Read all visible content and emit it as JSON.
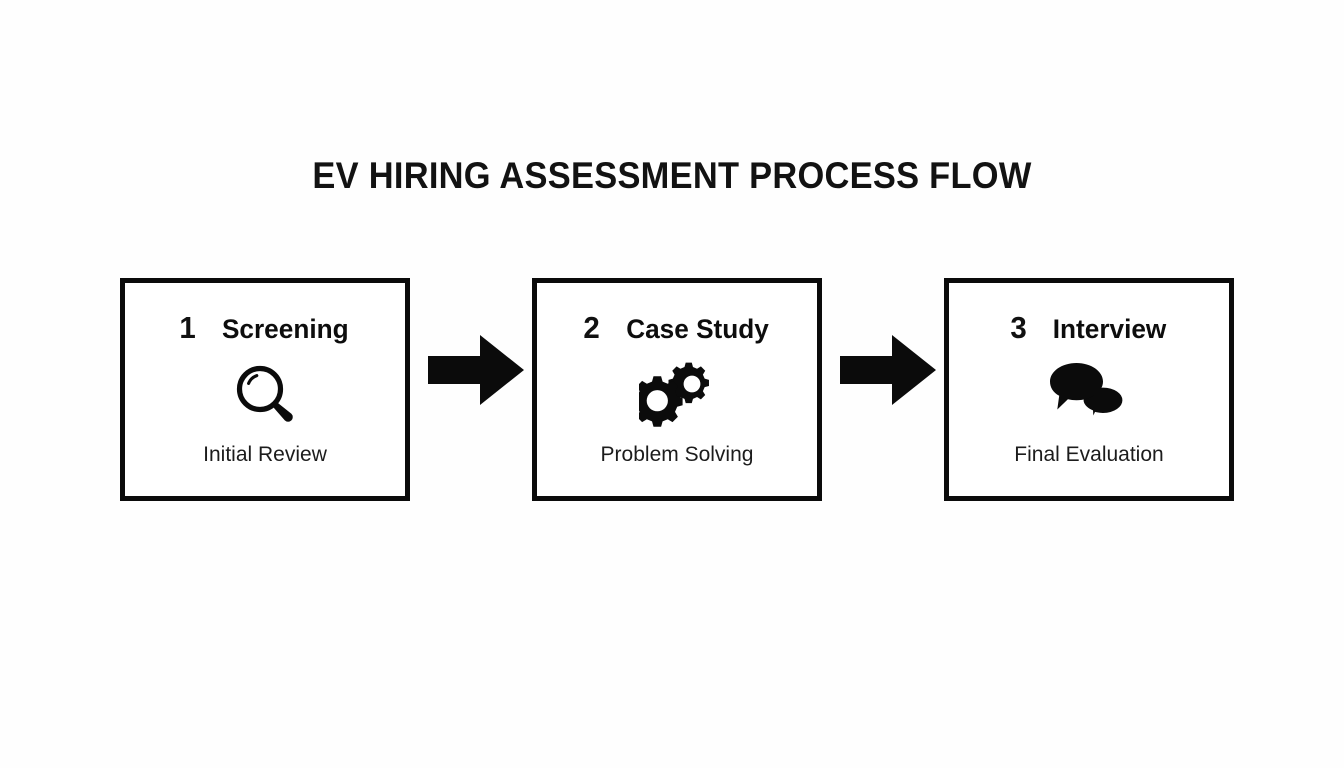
{
  "title": "EV HIRING ASSESSMENT PROCESS FLOW",
  "theme": {
    "background": "#fefefe",
    "ink": "#0b0b0b",
    "text": "#111111"
  },
  "flow": {
    "arrows": [
      {
        "name": "arrow-step1-to-step2",
        "direction": "right",
        "icon": "arrow-right-icon"
      },
      {
        "name": "arrow-step2-to-step3",
        "direction": "right",
        "icon": "arrow-right-icon"
      }
    ],
    "steps": [
      {
        "number": "1",
        "title": "Screening",
        "caption": "Initial Review",
        "icon": "magnifying-glass-icon"
      },
      {
        "number": "2",
        "title": "Case Study",
        "caption": "Problem Solving",
        "icon": "gears-icon"
      },
      {
        "number": "3",
        "title": "Interview",
        "caption": "Final Evaluation",
        "icon": "speech-bubbles-icon"
      }
    ]
  }
}
